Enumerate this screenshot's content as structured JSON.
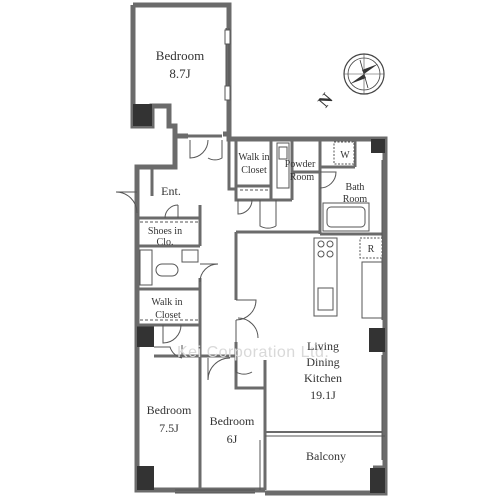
{
  "rooms": {
    "bedroom1": {
      "name": "Bedroom",
      "size": "8.7J"
    },
    "walk_in_closet_top": {
      "line1": "Walk in",
      "line2": "Closet"
    },
    "powder_room": {
      "line1": "Powder",
      "line2": "Room"
    },
    "washer": "W",
    "bath_room": {
      "line1": "Bath",
      "line2": "Room"
    },
    "entrance": "Ent.",
    "shoes_closet": {
      "line1": "Shoes in",
      "line2": "Clo."
    },
    "refrigerator": "R",
    "walk_in_closet_mid": {
      "line1": "Walk in",
      "line2": "Closet"
    },
    "ldk": {
      "line1": "Living",
      "line2": "Dining",
      "line3": "Kitchen",
      "size": "19.1J"
    },
    "bedroom2": {
      "name": "Bedroom",
      "size": "7.5J"
    },
    "bedroom3": {
      "name": "Bedroom",
      "size": "6J"
    },
    "balcony": "Balcony"
  },
  "compass": {
    "north_label": "N"
  },
  "watermark": "Kei Corporation Ltd."
}
